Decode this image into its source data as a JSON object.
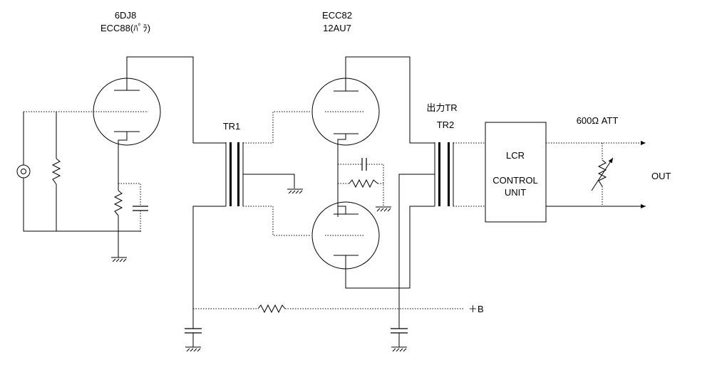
{
  "labels": {
    "tube1_line1": "6DJ8",
    "tube1_line2": "ECC88(ﾊﾟﾗ)",
    "tube2_line1": "ECC82",
    "tube2_line2": "12AU7",
    "tr1": "TR1",
    "output_tr": "出力TR",
    "tr2": "TR2",
    "att": "600Ω ATT",
    "out": "OUT",
    "b_plus": "＋B",
    "lcr_line1": "LCR",
    "lcr_line2": "CONTROL",
    "lcr_line3": "UNIT"
  }
}
